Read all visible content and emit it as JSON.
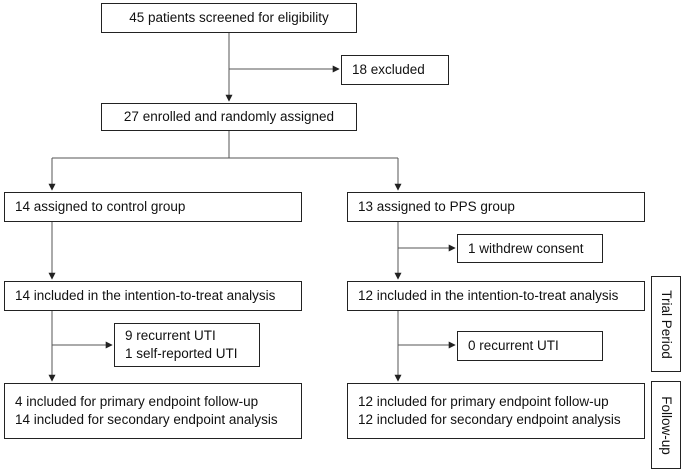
{
  "flow": {
    "screened": "45 patients screened for eligibility",
    "excluded": "18 excluded",
    "enrolled": "27 enrolled and randomly assigned",
    "control": {
      "assigned": "14 assigned to control group",
      "itt": "14 included in the intention-to-treat analysis",
      "events": [
        "9 recurrent UTI",
        "1 self-reported UTI"
      ],
      "followup": [
        "4 included for primary endpoint follow-up",
        "14 included for secondary endpoint analysis"
      ]
    },
    "pps": {
      "assigned": "13 assigned to PPS group",
      "withdrew": "1 withdrew consent",
      "itt": "12 included in the intention-to-treat analysis",
      "events": "0 recurrent UTI",
      "followup": [
        "12 included for primary endpoint follow-up",
        "12 included for secondary endpoint analysis"
      ]
    }
  },
  "periods": {
    "trial": "Trial Period",
    "followup": "Follow-up"
  },
  "colors": {
    "border": "#222222",
    "line": "#555555",
    "background": "#ffffff"
  }
}
